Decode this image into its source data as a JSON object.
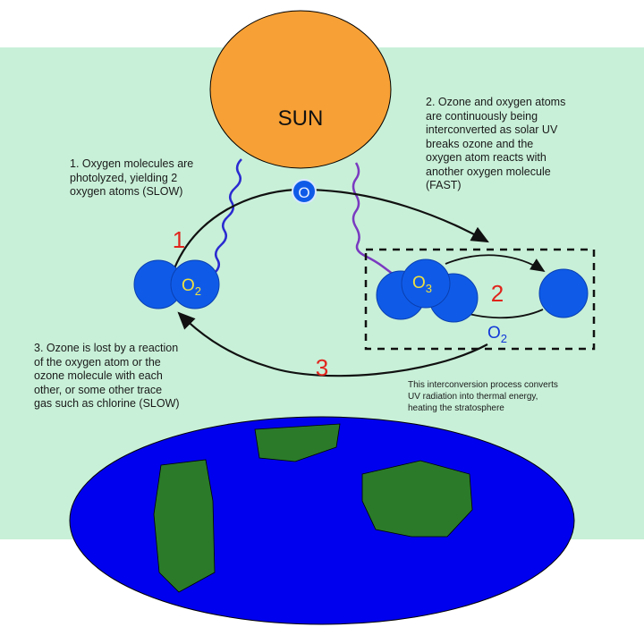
{
  "sun_label": "SUN",
  "o_atom_label": "O",
  "o2_label": "O",
  "o2_sub": "2",
  "o3_label": "O",
  "o3_sub": "3",
  "o2_box_label": "O",
  "o2_box_sub": "2",
  "step_numbers": [
    "1",
    "2",
    "3"
  ],
  "notes": {
    "step1": "1. Oxygen molecules are\nphotolyzed, yielding 2\noxygen atoms (SLOW)",
    "step2": "2. Ozone and oxygen atoms\nare continuously being\ninterconverted as solar UV\nbreaks ozone and the\noxygen atom reacts with\nanother oxygen molecule\n(FAST)",
    "step3": "3. Ozone is lost by a reaction\nof the oxygen atom or the\nozone molecule with each\nother, or some other trace\ngas such as chlorine (SLOW)",
    "heating": "This interconversion process converts\nUV radiation into thermal energy,\nheating the stratosphere"
  },
  "colors": {
    "background": "#c8f0d8",
    "sun": "#f7a035",
    "earth": "#0000ee",
    "land": "#2a7a2a",
    "molecule": "#0f5be8",
    "step_number": "#e0241c",
    "molecule_label": "#f0e040"
  }
}
